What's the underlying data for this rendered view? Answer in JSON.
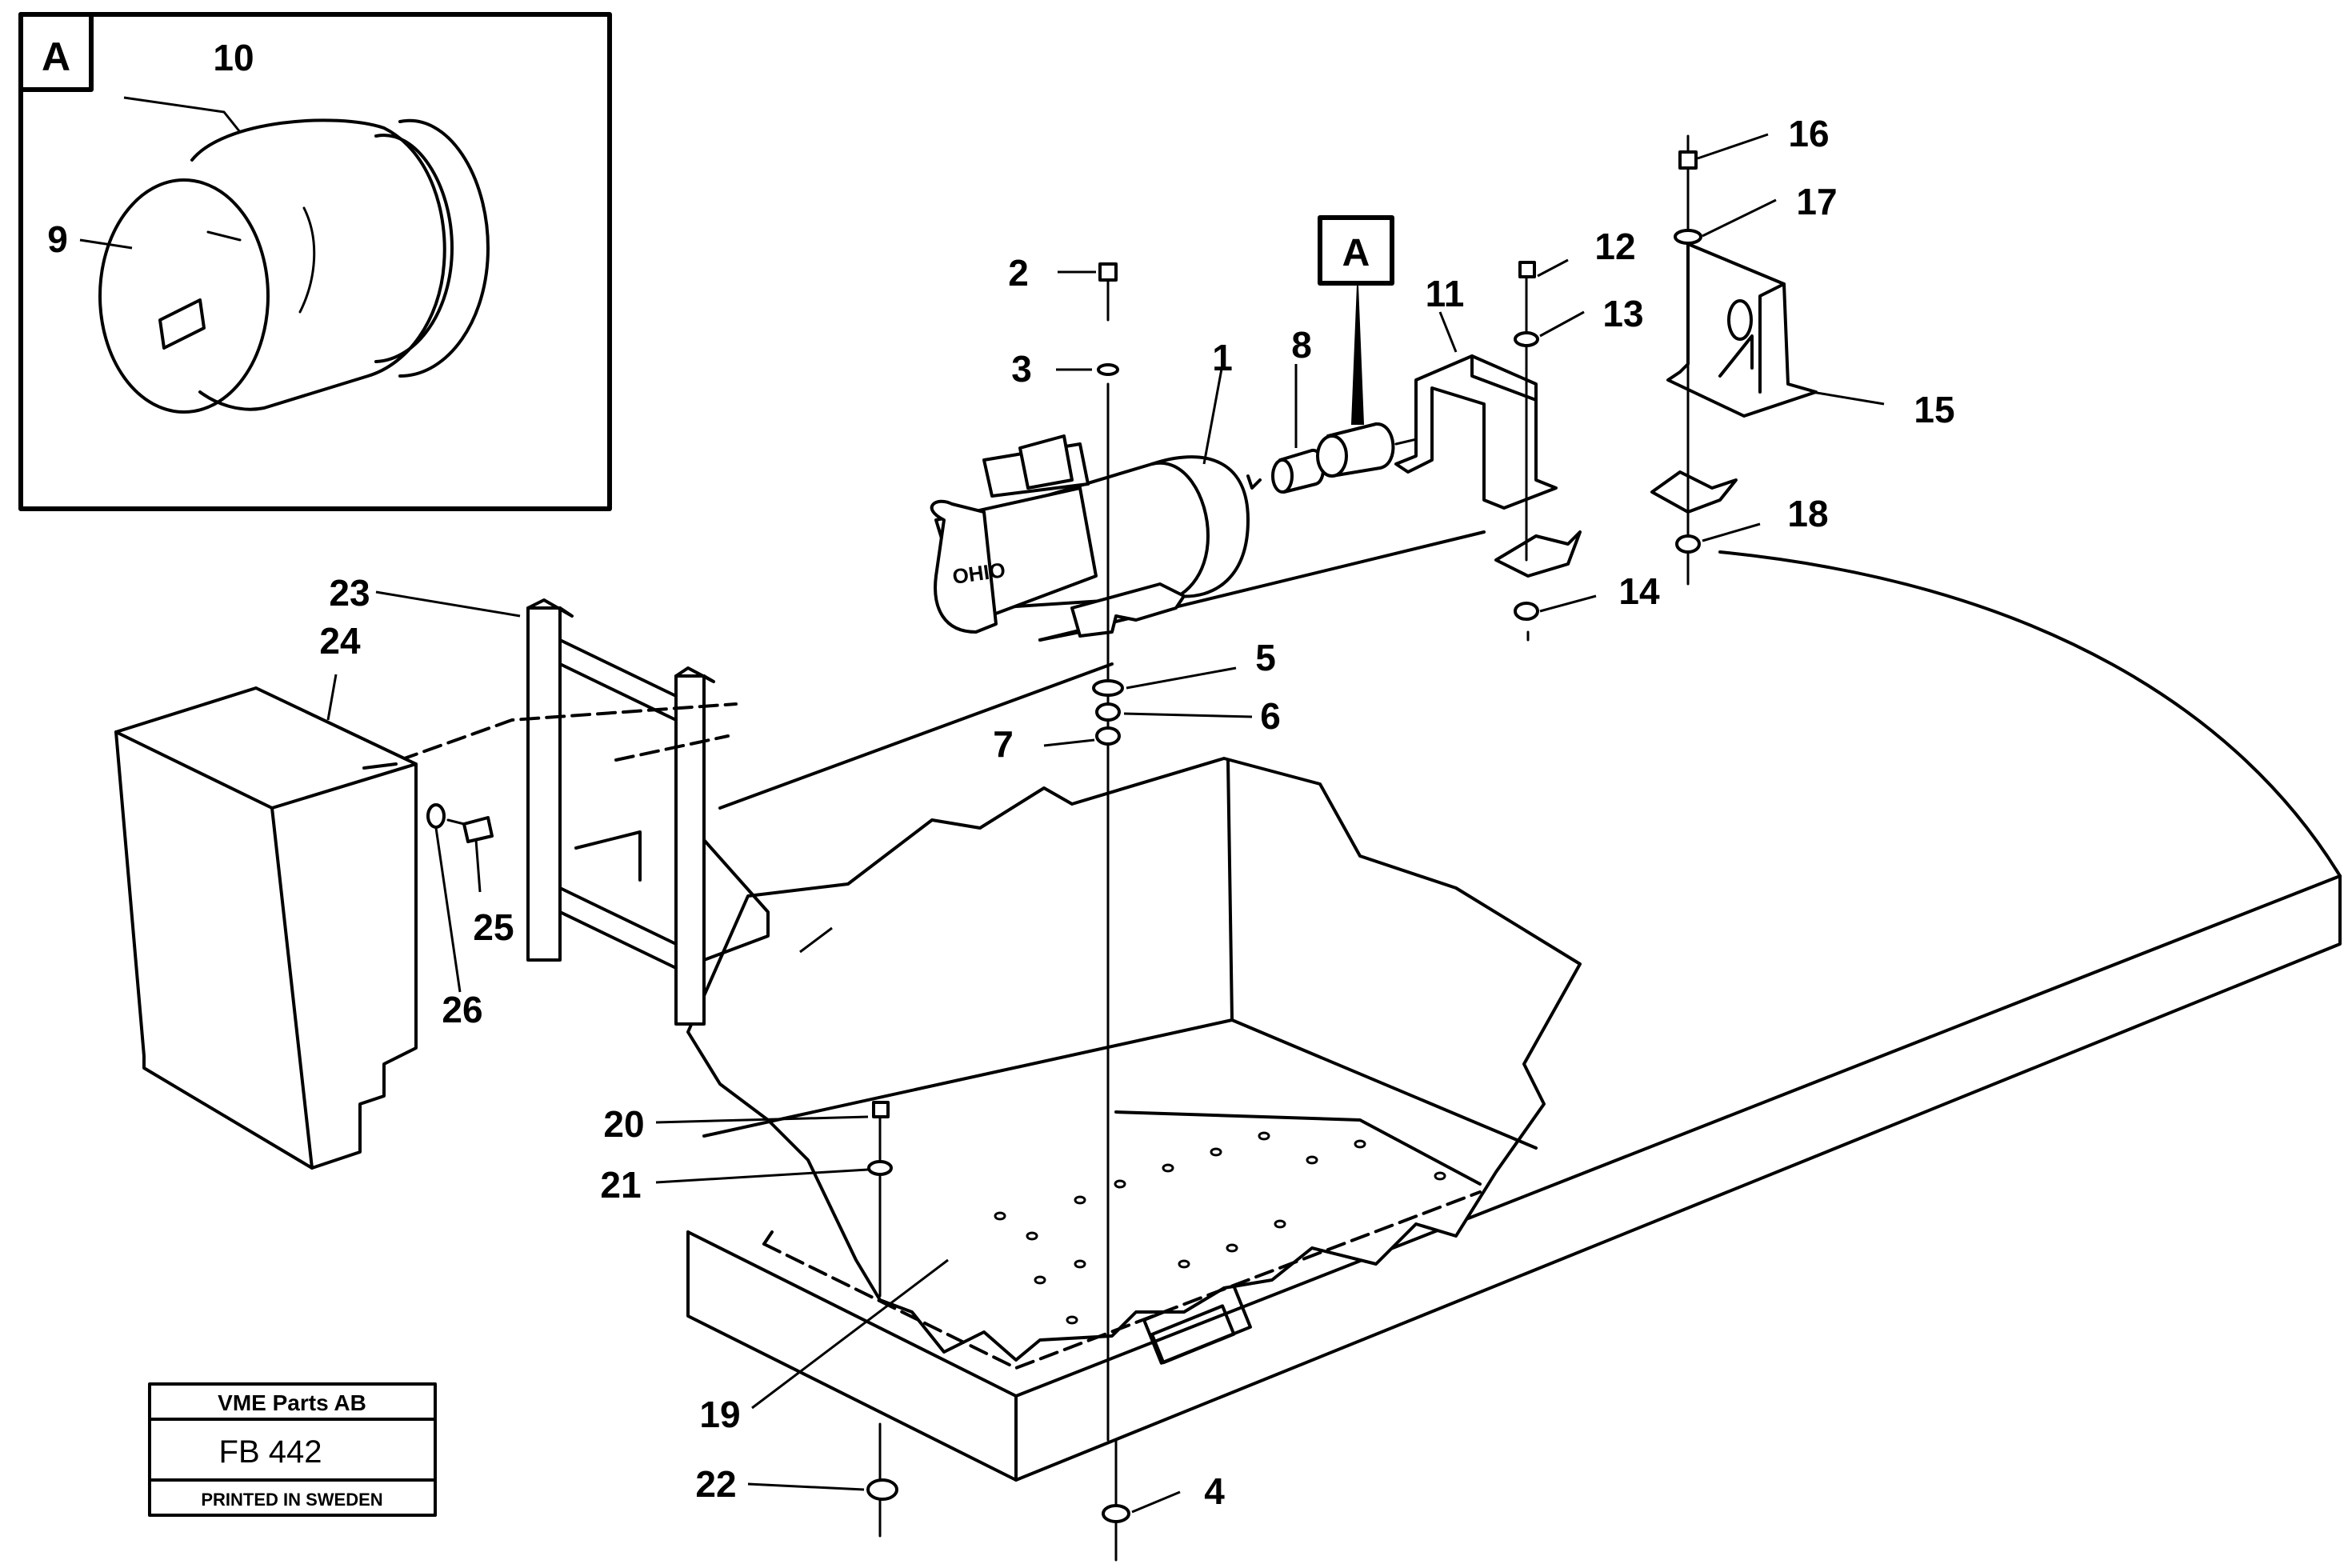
{
  "inset": {
    "letter": "A"
  },
  "callout": {
    "letter": "A"
  },
  "motor_plate_text": "OHIO",
  "labels": {
    "l1": "1",
    "l2": "2",
    "l3": "3",
    "l4": "4",
    "l5": "5",
    "l6": "6",
    "l7": "7",
    "l8": "8",
    "l9": "9",
    "l10": "10",
    "l11": "11",
    "l12": "12",
    "l13": "13",
    "l14": "14",
    "l15": "15",
    "l16": "16",
    "l17": "17",
    "l18": "18",
    "l19": "19",
    "l20": "20",
    "l21": "21",
    "l22": "22",
    "l23": "23",
    "l24": "24",
    "l25": "25",
    "l26": "26"
  },
  "titleblock": {
    "company": "VME Parts AB",
    "code": "FB 442",
    "printed": "PRINTED IN SWEDEN"
  }
}
